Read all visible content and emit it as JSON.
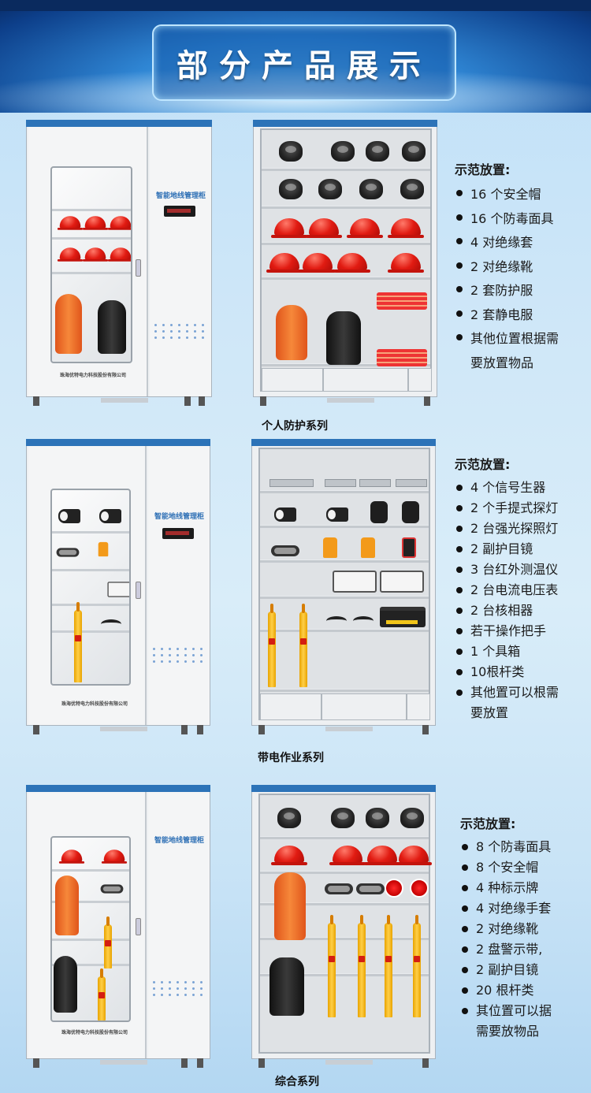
{
  "header": {
    "title": "部分产品展示"
  },
  "sections": [
    {
      "caption": "个人防护系列",
      "list_title": "示范放置:",
      "items": [
        "16 个安全帽",
        "16 个防毒面具",
        "4 对绝缘套",
        "2 对绝缘靴",
        "2 套防护服",
        "2 套静电服",
        "其他位置根据需"
      ],
      "items_cont": "要放置物品"
    },
    {
      "caption": "带电作业系列",
      "list_title": "示范放置:",
      "items": [
        "4 个信号生器",
        "2 个手提式探灯",
        "2 台强光探照灯",
        "2 副护目镜",
        "3 台红外测温仪",
        "2 台电流电压表",
        "2 台核相器",
        "若干操作把手",
        "1 个具箱",
        "10根杆类",
        "其他置可以根需"
      ],
      "items_cont": "要放置"
    },
    {
      "caption": "综合系列",
      "list_title": "示范放置:",
      "items": [
        "8 个防毒面具",
        "8 个安全帽",
        "4 种标示牌",
        "4 对绝缘手套",
        "2 对绝缘靴",
        "2 盘警示带,",
        "2 副护目镜",
        "20 根杆类",
        "其位置可以据"
      ],
      "items_cont": "需要放物品"
    }
  ],
  "cabinet_panel_title": "智能地线管理柜",
  "cabinet_logo": "珠海优特电力科技股份有限公司",
  "accent": "#2c73b8"
}
